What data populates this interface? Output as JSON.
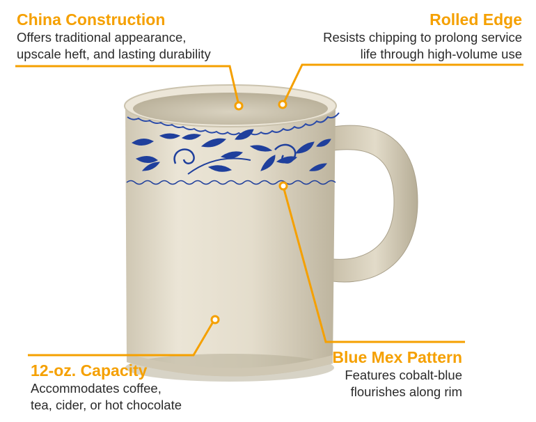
{
  "callouts": {
    "china": {
      "title": "China Construction",
      "line1": "Offers traditional appearance,",
      "line2": "upscale heft, and lasting durability"
    },
    "rolled": {
      "title": "Rolled Edge",
      "line1": "Resists chipping to prolong service",
      "line2": "life through high-volume use"
    },
    "capacity": {
      "title": "12-oz. Capacity",
      "line1": "Accommodates coffee,",
      "line2": "tea, cider, or hot chocolate"
    },
    "pattern": {
      "title": "Blue Mex Pattern",
      "line1": "Features cobalt-blue",
      "line2": "flourishes along rim"
    }
  },
  "colors": {
    "accent": "#f5a000",
    "mug_body": "#e6dfcf",
    "pattern_blue": "#1f3f9c",
    "text": "#2a2a2a"
  }
}
